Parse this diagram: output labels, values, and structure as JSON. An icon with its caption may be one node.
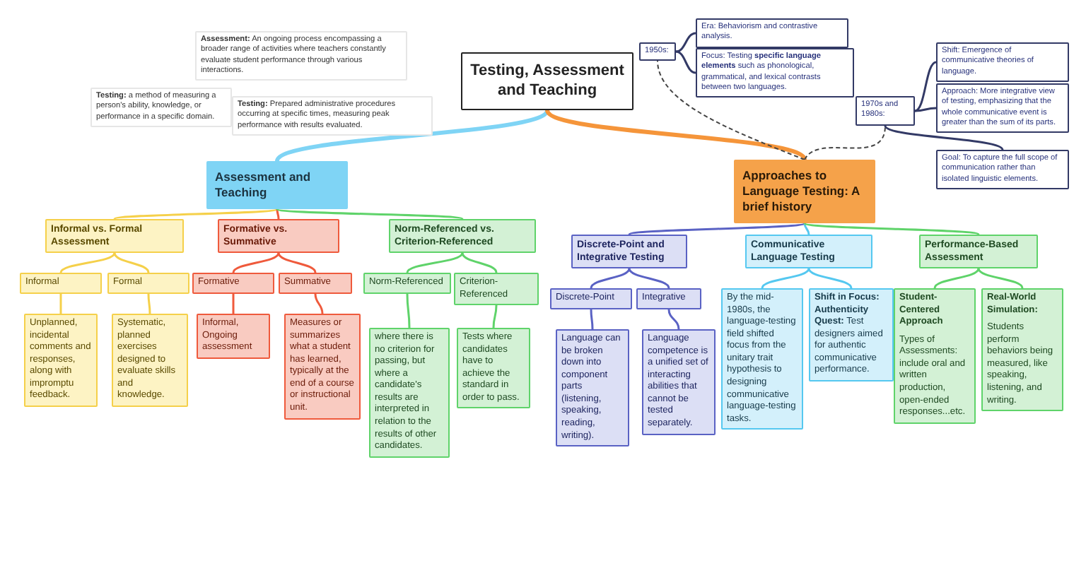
{
  "diagram": {
    "nodes": [
      {
        "text": [
          "Testing, Assessment and Teaching"
        ]
      },
      {
        "text": [
          "**Assessment:** An ongoing process encompassing a broader range of activities where teachers constantly evaluate student performance through various interactions."
        ]
      },
      {
        "text": [
          "**Testing:** a method of measuring a person's ability, knowledge, or performance in a specific domain."
        ]
      },
      {
        "text": [
          "**Testing:** Prepared administrative procedures occurring at specific times, measuring peak performance with results evaluated."
        ]
      },
      {
        "text": [
          "Assessment and Teaching"
        ]
      },
      {
        "text": [
          "Informal vs. Formal Assessment"
        ]
      },
      {
        "text": [
          "Informal"
        ]
      },
      {
        "text": [
          "Formal"
        ]
      },
      {
        "text": [
          "Unplanned, incidental comments and responses, along with impromptu feedback."
        ]
      },
      {
        "text": [
          "Systematic, planned exercises designed to evaluate skills and knowledge."
        ]
      },
      {
        "text": [
          "Formative vs. Summative"
        ]
      },
      {
        "text": [
          "Formative"
        ]
      },
      {
        "text": [
          "Summative"
        ]
      },
      {
        "text": [
          "Informal, Ongoing assessment"
        ]
      },
      {
        "text": [
          "Measures or summarizes what a student has learned, typically at the end of a course or instructional unit."
        ]
      },
      {
        "text": [
          "Norm-Referenced vs. Criterion-Referenced"
        ]
      },
      {
        "text": [
          "Norm-Referenced"
        ]
      },
      {
        "text": [
          "Criterion-Referenced"
        ]
      },
      {
        "text": [
          "where there is no criterion for passing, but where a candidate's results are interpreted in relation to the results of other candidates."
        ]
      },
      {
        "text": [
          "Tests where candidates have to achieve the standard in order to pass."
        ]
      },
      {
        "text": [
          "Approaches to Language Testing: A brief history"
        ]
      },
      {
        "text": [
          "1950s:"
        ]
      },
      {
        "text": [
          "Era: Behaviorism and contrastive analysis."
        ]
      },
      {
        "text": [
          "Focus: Testing **specific language elements** such as phonological, grammatical, and lexical contrasts between two languages."
        ]
      },
      {
        "text": [
          "1970s and 1980s:"
        ]
      },
      {
        "text": [
          "Shift: Emergence of communicative theories of language."
        ]
      },
      {
        "text": [
          "Approach: More integrative view of testing, emphasizing that the whole communicative event is greater than the sum of its parts."
        ]
      },
      {
        "text": [
          "Goal: To capture the full scope of communication rather than isolated linguistic elements."
        ]
      },
      {
        "text": [
          "Discrete-Point and Integrative Testing"
        ]
      },
      {
        "text": [
          "Discrete-Point"
        ]
      },
      {
        "text": [
          "Integrative"
        ]
      },
      {
        "text": [
          "Language can be broken down into component parts (listening, speaking, reading, writing)."
        ]
      },
      {
        "text": [
          "Language competence is a unified set of interacting abilities that cannot be tested separately."
        ]
      },
      {
        "text": [
          "Communicative Language Testing"
        ]
      },
      {
        "text": [
          "By the mid-1980s, the language-testing field shifted focus from the unitary trait hypothesis to designing communicative language-testing tasks."
        ]
      },
      {
        "text": [
          "**Shift in Focus: Authenticity Quest:** Test designers aimed for authentic communicative performance."
        ]
      },
      {
        "text": [
          "Performance-Based Assessment"
        ]
      },
      {
        "text": [
          "Student-Centered Approach",
          "Types of Assessments: include oral and written production, open-ended responses...etc."
        ]
      },
      {
        "text": [
          "Real-World Simulation:",
          "Students perform behaviors being measured, like speaking, listening, and writing."
        ]
      }
    ],
    "edges": [
      {
        "from": 0,
        "to": 4,
        "arrow": "none",
        "style": "thick",
        "color": "#7fd4f5"
      },
      {
        "from": 0,
        "to": 20,
        "arrow": "none",
        "style": "thick",
        "color": "#f5953a"
      },
      {
        "from": 4,
        "to": 5,
        "arrow": "none",
        "color": "#f5d04a"
      },
      {
        "from": 4,
        "to": 10,
        "arrow": "none",
        "color": "#ef5a3c"
      },
      {
        "from": 4,
        "to": 15,
        "arrow": "none",
        "color": "#5fd36a"
      },
      {
        "from": 5,
        "to": 6,
        "arrow": "none",
        "color": "#f5d04a"
      },
      {
        "from": 5,
        "to": 7,
        "arrow": "none",
        "color": "#f5d04a"
      },
      {
        "from": 6,
        "to": 8,
        "arrow": "none",
        "color": "#f5d04a"
      },
      {
        "from": 7,
        "to": 9,
        "arrow": "none",
        "color": "#f5d04a"
      },
      {
        "from": 10,
        "to": 11,
        "arrow": "none",
        "color": "#ef5a3c"
      },
      {
        "from": 10,
        "to": 12,
        "arrow": "none",
        "color": "#ef5a3c"
      },
      {
        "from": 11,
        "to": 13,
        "arrow": "none",
        "color": "#ef5a3c"
      },
      {
        "from": 12,
        "to": 14,
        "arrow": "none",
        "color": "#ef5a3c"
      },
      {
        "from": 15,
        "to": 16,
        "arrow": "none",
        "color": "#5fd36a"
      },
      {
        "from": 15,
        "to": 17,
        "arrow": "none",
        "color": "#5fd36a"
      },
      {
        "from": 16,
        "to": 18,
        "arrow": "none",
        "color": "#5fd36a"
      },
      {
        "from": 17,
        "to": 19,
        "arrow": "none",
        "color": "#5fd36a"
      },
      {
        "from": 20,
        "to": 21,
        "arrow": "none",
        "style": "dashed",
        "color": "#444444"
      },
      {
        "from": 20,
        "to": 24,
        "arrow": "none",
        "style": "dashed",
        "color": "#444444"
      },
      {
        "from": 21,
        "to": 22,
        "arrow": "none",
        "color": "#333a66"
      },
      {
        "from": 21,
        "to": 23,
        "arrow": "none",
        "color": "#333a66"
      },
      {
        "from": 24,
        "to": 25,
        "arrow": "none",
        "color": "#333a66"
      },
      {
        "from": 24,
        "to": 26,
        "arrow": "none",
        "color": "#333a66"
      },
      {
        "from": 24,
        "to": 27,
        "arrow": "none",
        "color": "#333a66"
      },
      {
        "from": 20,
        "to": 28,
        "arrow": "none",
        "color": "#5a62c4"
      },
      {
        "from": 20,
        "to": 33,
        "arrow": "none",
        "color": "#55c8f0"
      },
      {
        "from": 20,
        "to": 36,
        "arrow": "none",
        "color": "#5fd36a"
      },
      {
        "from": 28,
        "to": 29,
        "arrow": "none",
        "color": "#5a62c4"
      },
      {
        "from": 28,
        "to": 30,
        "arrow": "none",
        "color": "#5a62c4"
      },
      {
        "from": 29,
        "to": 31,
        "arrow": "none",
        "color": "#5a62c4"
      },
      {
        "from": 30,
        "to": 32,
        "arrow": "none",
        "color": "#5a62c4"
      },
      {
        "from": 33,
        "to": 34,
        "arrow": "none",
        "color": "#55c8f0"
      },
      {
        "from": 33,
        "to": 35,
        "arrow": "none",
        "color": "#55c8f0"
      },
      {
        "from": 36,
        "to": 37,
        "arrow": "none",
        "color": "#5fd36a"
      },
      {
        "from": 36,
        "to": 38,
        "arrow": "none",
        "color": "#5fd36a"
      }
    ]
  }
}
